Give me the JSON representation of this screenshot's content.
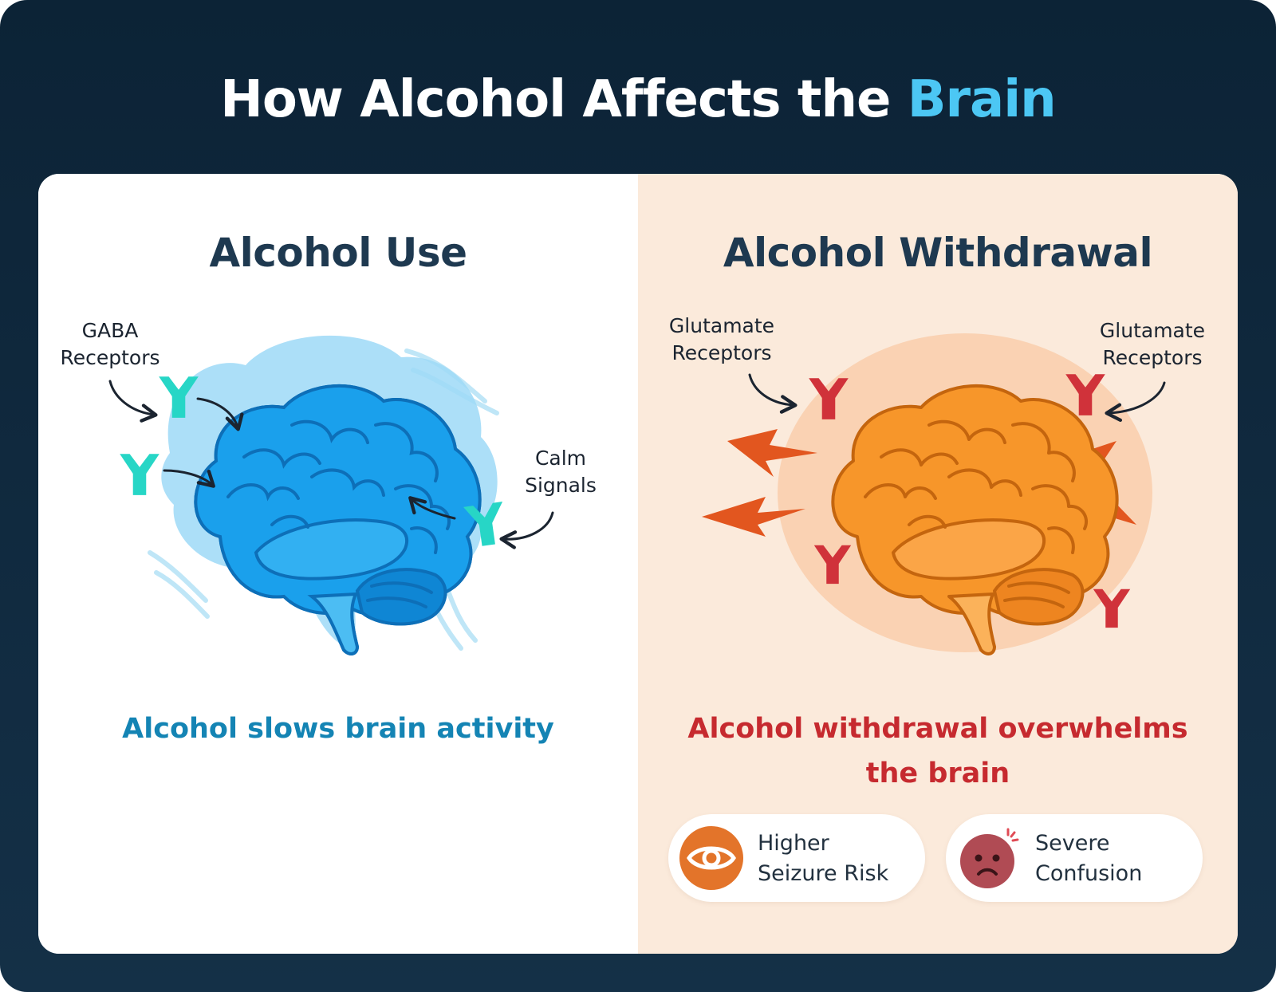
{
  "title": {
    "prefix": "How Alcohol Affects the ",
    "highlight": "Brain"
  },
  "left_panel": {
    "heading": "Alcohol Use",
    "label_receptors": {
      "line1": "GABA",
      "line2": "Receptors"
    },
    "label_signals": {
      "line1": "Calm",
      "line2": "Signals"
    },
    "caption": "Alcohol slows brain activity"
  },
  "right_panel": {
    "heading": "Alcohol Withdrawal",
    "label_left": {
      "line1": "Glutamate",
      "line2": "Receptors"
    },
    "label_right": {
      "line1": "Glutamate",
      "line2": "Receptors"
    },
    "caption": {
      "line1": "Alcohol withdrawal overwhelms",
      "line2": "the brain"
    },
    "pills": [
      {
        "line1": "Higher",
        "line2": "Seizure Risk",
        "icon": "eye-icon"
      },
      {
        "line1": "Severe",
        "line2": "Confusion",
        "icon": "confused-face-icon"
      }
    ]
  },
  "colors": {
    "background": "#0c2336",
    "title_accent": "#4cc7f4",
    "heading": "#1e3950",
    "use_caption": "#1484b4",
    "withdrawal_caption": "#c62a2f",
    "withdrawal_panel": "#fbeadb",
    "gaba_receptor": "#27d6c6",
    "glutamate_receptor": "#d0323a",
    "calm_brain": "#1aa0ec",
    "withdrawal_brain": "#f7962a"
  }
}
